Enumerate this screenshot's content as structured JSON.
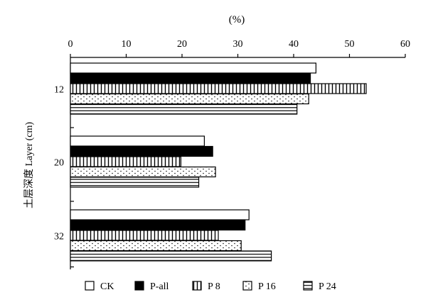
{
  "chart_data": {
    "type": "bar",
    "orientation": "horizontal",
    "title": "(%)",
    "xlabel": "",
    "ylabel": "土层深度 Layer (cm)",
    "xlim": [
      0,
      60
    ],
    "xticks": [
      0,
      10,
      20,
      30,
      40,
      50,
      60
    ],
    "x_axis_position": "top",
    "grid": false,
    "legend_position": "bottom",
    "categories": [
      "12",
      "20",
      "32"
    ],
    "series": [
      {
        "name": "CK",
        "pattern": "white",
        "values": [
          44,
          24,
          32
        ]
      },
      {
        "name": "P-all",
        "pattern": "black",
        "values": [
          43,
          25.5,
          31.3
        ]
      },
      {
        "name": "P 8",
        "pattern": "vertical-lines",
        "values": [
          53,
          19.8,
          26.5
        ]
      },
      {
        "name": "P 16",
        "pattern": "dots",
        "values": [
          42.7,
          26,
          30.6
        ]
      },
      {
        "name": "P 24",
        "pattern": "horizontal-lines",
        "values": [
          40.6,
          23,
          36
        ]
      }
    ]
  }
}
